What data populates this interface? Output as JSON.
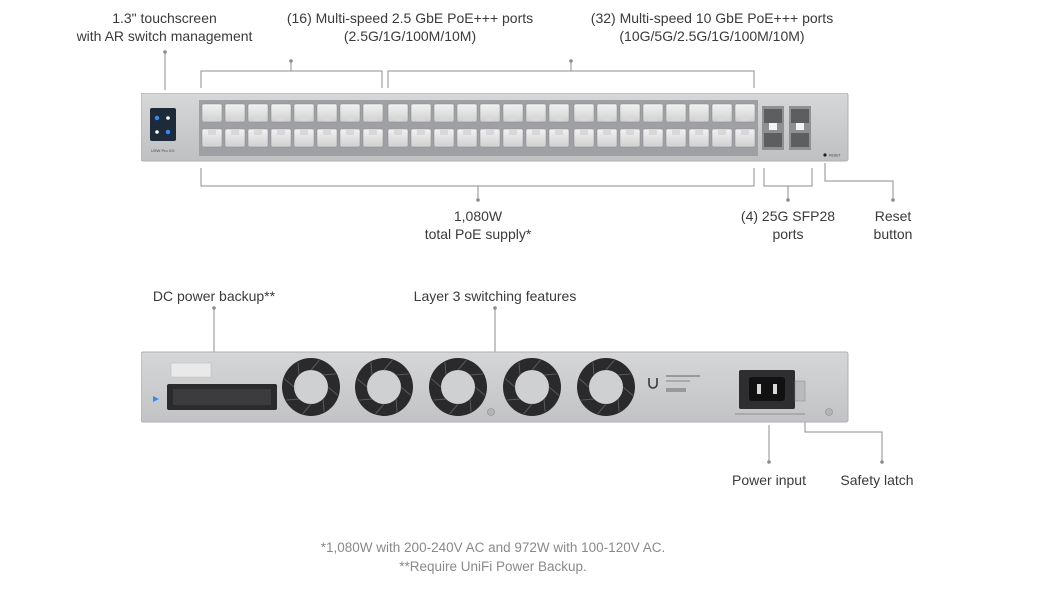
{
  "front": {
    "touchscreen": {
      "line1": "1.3\" touchscreen",
      "line2": "with AR switch management"
    },
    "ports_2_5g": {
      "line1": "(16) Multi-speed 2.5 GbE PoE+++ ports",
      "line2": "(2.5G/1G/100M/10M)"
    },
    "ports_10g": {
      "line1": "(32) Multi-speed 10 GbE PoE+++ ports",
      "line2": "(10G/5G/2.5G/1G/100M/10M)"
    },
    "poe": {
      "line1": "1,080W",
      "line2": "total PoE supply*"
    },
    "sfp": {
      "line1": "(4) 25G SFP28",
      "line2": "ports"
    },
    "reset": {
      "line1": "Reset",
      "line2": "button"
    },
    "model_label": "USW Pro XG",
    "reset_tag": "RESET"
  },
  "back": {
    "dc_power": "DC power backup**",
    "layer3": "Layer 3 switching features",
    "power_input": "Power input",
    "safety_latch": "Safety latch"
  },
  "footnotes": {
    "line1": "*1,080W with 200-240V AC and 972W with 100-120V AC.",
    "line2": "**Require UniFi Power Backup."
  },
  "colors": {
    "chassis": "#c9cacc",
    "chassis_edge": "#b3b4b6",
    "leader": "#8c8c8c",
    "touchscreen": "#1d2a3a",
    "accent": "#2f8cff"
  }
}
